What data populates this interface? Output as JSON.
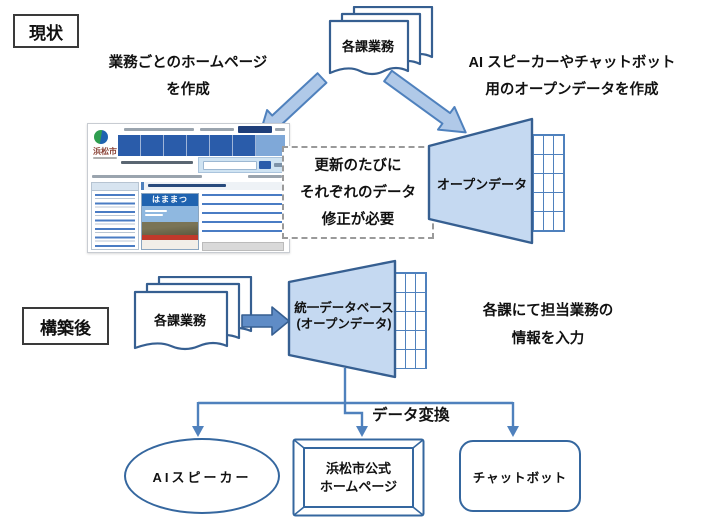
{
  "diagram": {
    "current": {
      "tag": "現状",
      "left_note_l1": "業務ごとのホームページ",
      "left_note_l2": "を作成",
      "stack_label": "各課業務",
      "right_note_l1": "AI スピーカーやチャットボット",
      "right_note_l2": "用のオープンデータを作成",
      "update_box_l1": "更新のたびに",
      "update_box_l2": "それぞれのデータ",
      "update_box_l3": "修正が必要",
      "opendata_label": "オープンデータ"
    },
    "after": {
      "tag": "構築後",
      "stack_label": "各課業務",
      "db_label_l1": "統一データベース",
      "db_label_l2": "(オープンデータ)",
      "note_l1": "各課にて担当業務の",
      "note_l2": "情報を入力",
      "conversion_label": "データ変換",
      "output_ai_speaker": "AIスピーカー",
      "output_official_hp_l1": "浜松市公式",
      "output_official_hp_l2": "ホームページ",
      "output_chatbot": "チャットボット"
    },
    "website": {
      "logo_text": "浜松市",
      "magazine_title": "はままつ"
    },
    "colors": {
      "shape_fill": "#c5d9f1",
      "shape_border": "#365f91",
      "line": "#4f81bd",
      "arrow_fill": "#b0c9e8"
    }
  }
}
